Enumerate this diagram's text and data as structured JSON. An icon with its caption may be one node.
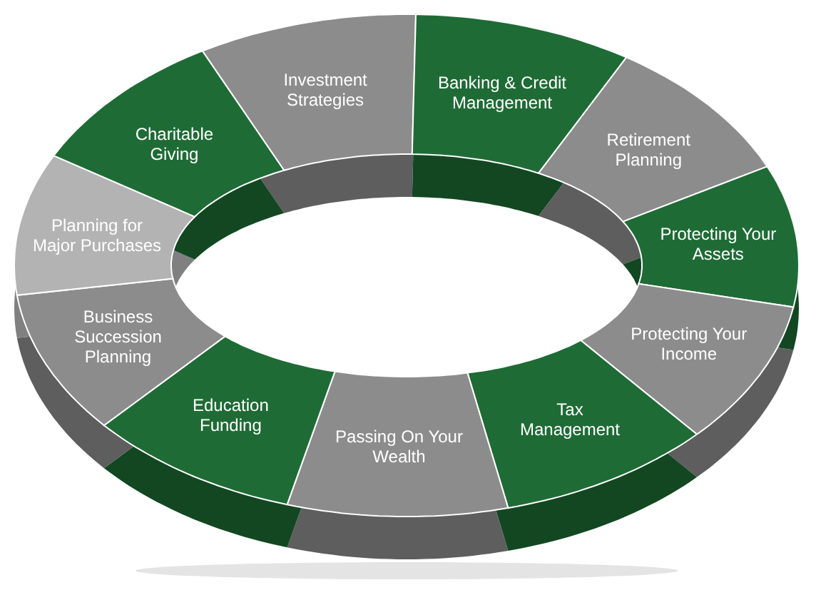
{
  "diagram": {
    "nodes": [
      {
        "text": [
          "Investment Strategies"
        ]
      },
      {
        "text": [
          "Banking & Credit Management"
        ]
      },
      {
        "text": [
          "Retirement Planning"
        ]
      },
      {
        "text": [
          "Protecting Your Assets"
        ]
      },
      {
        "text": [
          "Protecting Your Income"
        ]
      },
      {
        "text": [
          "Tax Management"
        ]
      },
      {
        "text": [
          "Passing On Your Wealth"
        ]
      },
      {
        "text": [
          "Education Funding"
        ]
      },
      {
        "text": [
          "Business Succession Planning"
        ]
      },
      {
        "text": [
          "Planning for Major Purchases"
        ]
      },
      {
        "text": [
          "Charitable Giving"
        ]
      }
    ]
  }
}
